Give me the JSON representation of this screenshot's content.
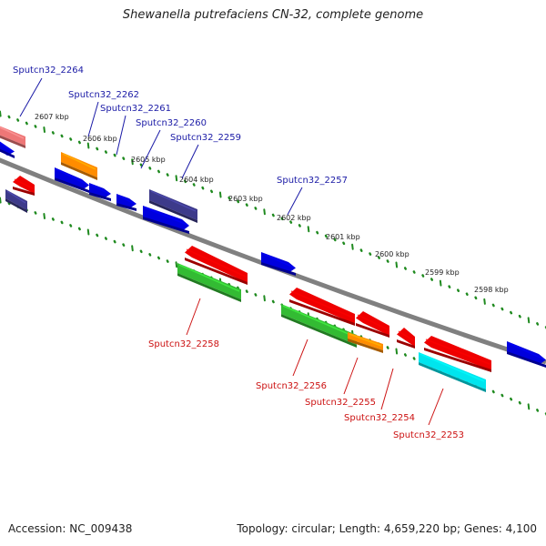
{
  "header": {
    "title": "Shewanella putrefaciens CN-32, complete genome"
  },
  "footer": {
    "accession": "Accession: NC_009438",
    "stats": "Topology: circular; Length: 4,659,220 bp; Genes: 4,100"
  },
  "colors": {
    "backbone": "#808080",
    "tick": "#1f8a1f",
    "label_forward": "#1a1aa6",
    "label_reverse": "#cc1111",
    "red": "#ee0000",
    "blue": "#0000dd",
    "purple": "#3d3a8a",
    "orange": "#ff8c00",
    "green": "#33bb33",
    "cyan": "#00e5ee",
    "pink": "#ee7777"
  },
  "scale_labels": [
    "2607 kbp",
    "2606 kbp",
    "2605 kbp",
    "2604 kbp",
    "2603 kbp",
    "2602 kbp",
    "2601 kbp",
    "2600 kbp",
    "2599 kbp",
    "2598 kbp"
  ],
  "gene_labels": [
    {
      "text": "Sputcn32_2264",
      "strand": "forward"
    },
    {
      "text": "Sputcn32_2262",
      "strand": "forward"
    },
    {
      "text": "Sputcn32_2261",
      "strand": "forward"
    },
    {
      "text": "Sputcn32_2260",
      "strand": "forward"
    },
    {
      "text": "Sputcn32_2259",
      "strand": "forward"
    },
    {
      "text": "Sputcn32_2257",
      "strand": "forward"
    },
    {
      "text": "Sputcn32_2258",
      "strand": "reverse"
    },
    {
      "text": "Sputcn32_2256",
      "strand": "reverse"
    },
    {
      "text": "Sputcn32_2255",
      "strand": "reverse"
    },
    {
      "text": "Sputcn32_2254",
      "strand": "reverse"
    },
    {
      "text": "Sputcn32_2253",
      "strand": "reverse"
    }
  ],
  "features": [
    {
      "name": "feature-pink-topleft",
      "color": "pink"
    },
    {
      "name": "feature-blue-edge",
      "color": "blue"
    },
    {
      "name": "feature-orange-2262",
      "color": "orange"
    },
    {
      "name": "feature-blue-a",
      "color": "blue"
    },
    {
      "name": "feature-blue-b",
      "color": "blue"
    },
    {
      "name": "feature-blue-c",
      "color": "blue"
    },
    {
      "name": "feature-purple-2260",
      "color": "purple"
    },
    {
      "name": "feature-blue-2259",
      "color": "blue"
    },
    {
      "name": "feature-blue-2257",
      "color": "blue"
    },
    {
      "name": "feature-blue-right",
      "color": "blue"
    },
    {
      "name": "feature-red-small-left",
      "color": "red"
    },
    {
      "name": "feature-purple-left",
      "color": "purple"
    },
    {
      "name": "feature-red-2258",
      "color": "red"
    },
    {
      "name": "feature-green-2258",
      "color": "green"
    },
    {
      "name": "feature-red-2256",
      "color": "red"
    },
    {
      "name": "feature-green-2256",
      "color": "green"
    },
    {
      "name": "feature-red-2255",
      "color": "red"
    },
    {
      "name": "feature-orange-2255",
      "color": "orange"
    },
    {
      "name": "feature-red-2254",
      "color": "red"
    },
    {
      "name": "feature-red-2253",
      "color": "red"
    },
    {
      "name": "feature-cyan-2253",
      "color": "cyan"
    }
  ]
}
